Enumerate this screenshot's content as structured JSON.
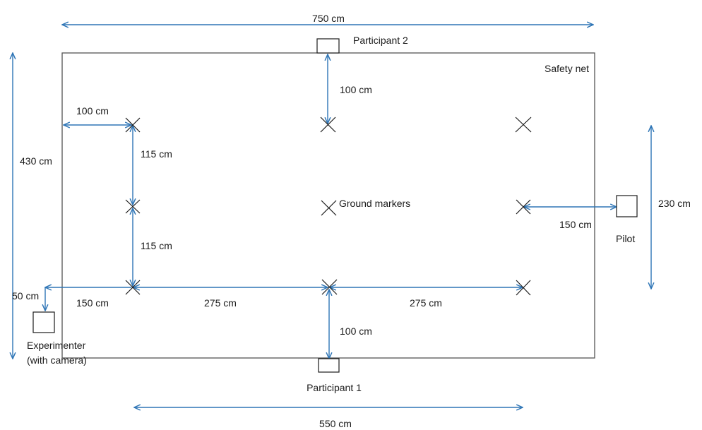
{
  "labels": {
    "width_total": "750 cm",
    "participant2": "Participant 2",
    "safety_net": "Safety net",
    "p2_dist": "100 cm",
    "left_offset": "100 cm",
    "height_total": "430 cm",
    "spacing_upper": "115 cm",
    "ground_markers": "Ground markers",
    "pilot_width": "230 cm",
    "pilot_dist": "150 cm",
    "pilot": "Pilot",
    "spacing_lower": "115 cm",
    "exp_vertical": "50 cm",
    "exp_horizontal": "150 cm",
    "span_left": "275 cm",
    "span_right": "275 cm",
    "p1_dist": "100 cm",
    "experimenter": "Experimenter",
    "experimenter_note": "(with camera)",
    "participant1": "Participant 1",
    "width_markers": "550 cm"
  },
  "colors": {
    "arrow": "#2e75b6",
    "line": "#1a1a1a",
    "frame": "#555555"
  }
}
